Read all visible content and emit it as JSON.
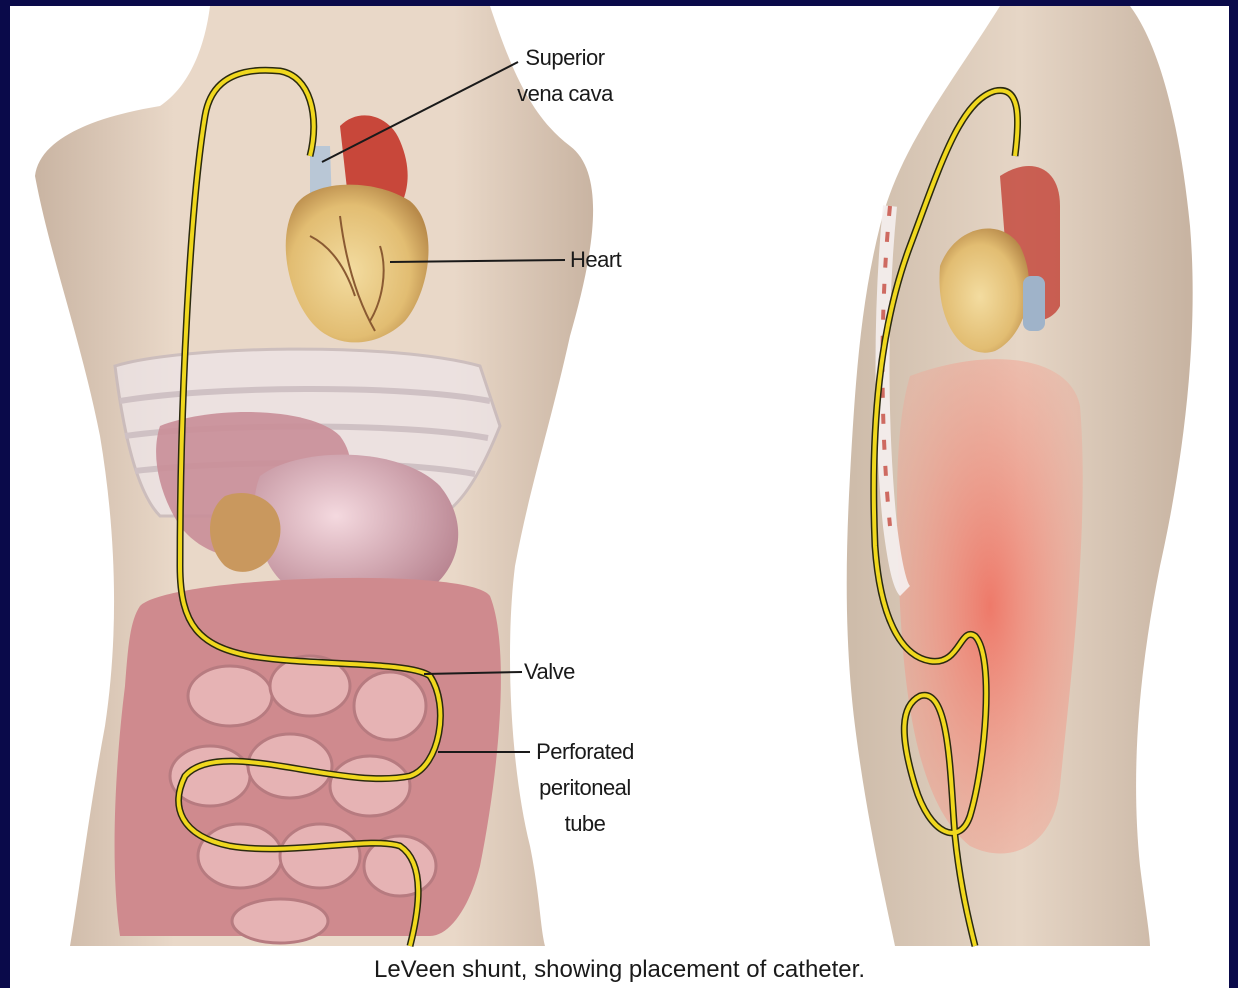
{
  "labels": {
    "svc_line1": "Superior",
    "svc_line2": "vena cava",
    "heart": "Heart",
    "valve": "Valve",
    "tube_line1": "Perforated",
    "tube_line2": "peritoneal",
    "tube_line3": "tube"
  },
  "caption": "LeVeen shunt, showing placement of catheter.",
  "colors": {
    "frame": "#0a0a4a",
    "skin": "#e6d2bf",
    "catheter": "#f0d81e",
    "intestine": "#d89a9a",
    "heart": "#e8c27a",
    "peritoneal_glow": "#f08a78"
  }
}
